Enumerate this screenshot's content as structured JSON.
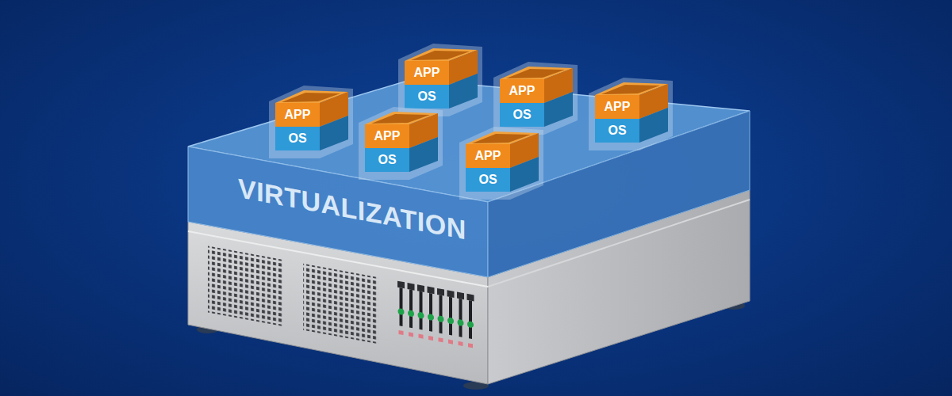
{
  "diagram": {
    "nodes": [
      {
        "text": [
          "VIRTUALIZATION"
        ]
      },
      {
        "text": [
          "APP",
          "OS"
        ],
        "in": 0
      },
      {
        "text": [
          "APP",
          "OS"
        ],
        "in": 0
      },
      {
        "text": [
          "APP",
          "OS"
        ],
        "in": 0
      },
      {
        "text": [
          "APP",
          "OS"
        ],
        "in": 0
      },
      {
        "text": [
          "APP",
          "OS"
        ],
        "in": 0
      },
      {
        "text": [
          "APP",
          "OS"
        ],
        "in": 0
      }
    ]
  }
}
